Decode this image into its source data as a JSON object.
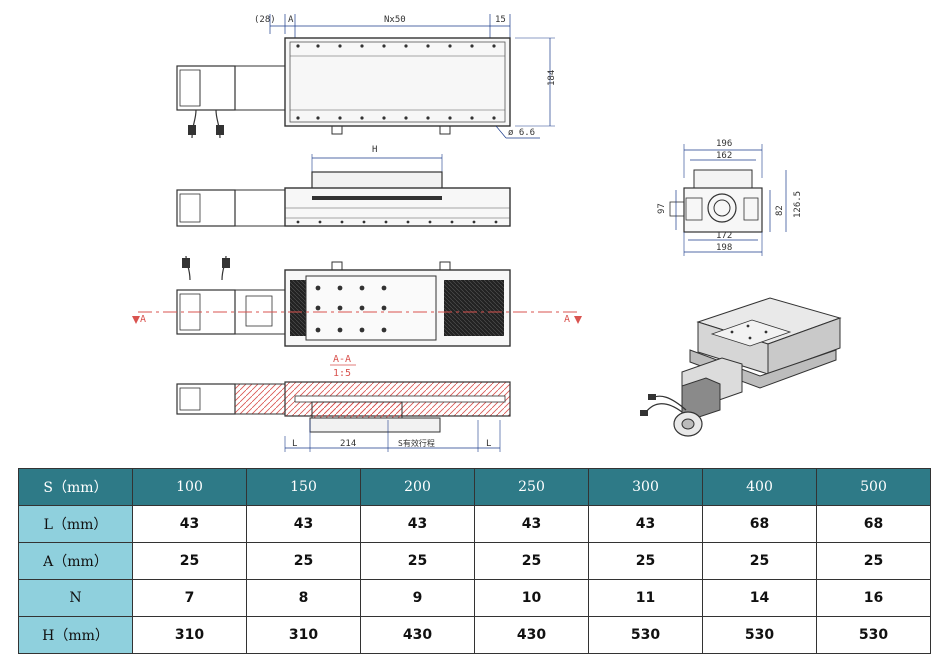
{
  "drawing": {
    "top_view": {
      "dim_offset": "(28)",
      "dim_a": "A",
      "dim_pitch": "Nx50",
      "dim_end": "15",
      "dim_height": "184",
      "dim_hole": "ø 6.6"
    },
    "side_view": {
      "dim_h": "H"
    },
    "plan_view": {
      "section_left": "A",
      "section_right": "A"
    },
    "section_view": {
      "section_title": "A-A",
      "section_scale": "1:5",
      "dim_l_left": "L",
      "dim_214": "214",
      "dim_stroke": "S有效行程",
      "dim_l_right": "L"
    },
    "end_view": {
      "dim_196": "196",
      "dim_162": "162",
      "dim_97": "97",
      "dim_82": "82",
      "dim_1265": "126.5",
      "dim_172": "172",
      "dim_198": "198"
    }
  },
  "spec_table": {
    "columns": [
      "S（mm）",
      "100",
      "150",
      "200",
      "250",
      "300",
      "400",
      "500"
    ],
    "rows": [
      {
        "label": "L（mm）",
        "values": [
          "43",
          "43",
          "43",
          "43",
          "43",
          "68",
          "68"
        ]
      },
      {
        "label": "A（mm）",
        "values": [
          "25",
          "25",
          "25",
          "25",
          "25",
          "25",
          "25"
        ]
      },
      {
        "label": "N",
        "values": [
          "7",
          "8",
          "9",
          "10",
          "11",
          "14",
          "16"
        ]
      },
      {
        "label": "H（mm）",
        "values": [
          "310",
          "310",
          "430",
          "430",
          "530",
          "530",
          "530"
        ]
      }
    ]
  },
  "colors": {
    "header_bg": "#2e7a87",
    "rowhead_bg": "#8fd0dd",
    "dimension_line": "#1a3a8a",
    "section_line": "#d9534f"
  }
}
